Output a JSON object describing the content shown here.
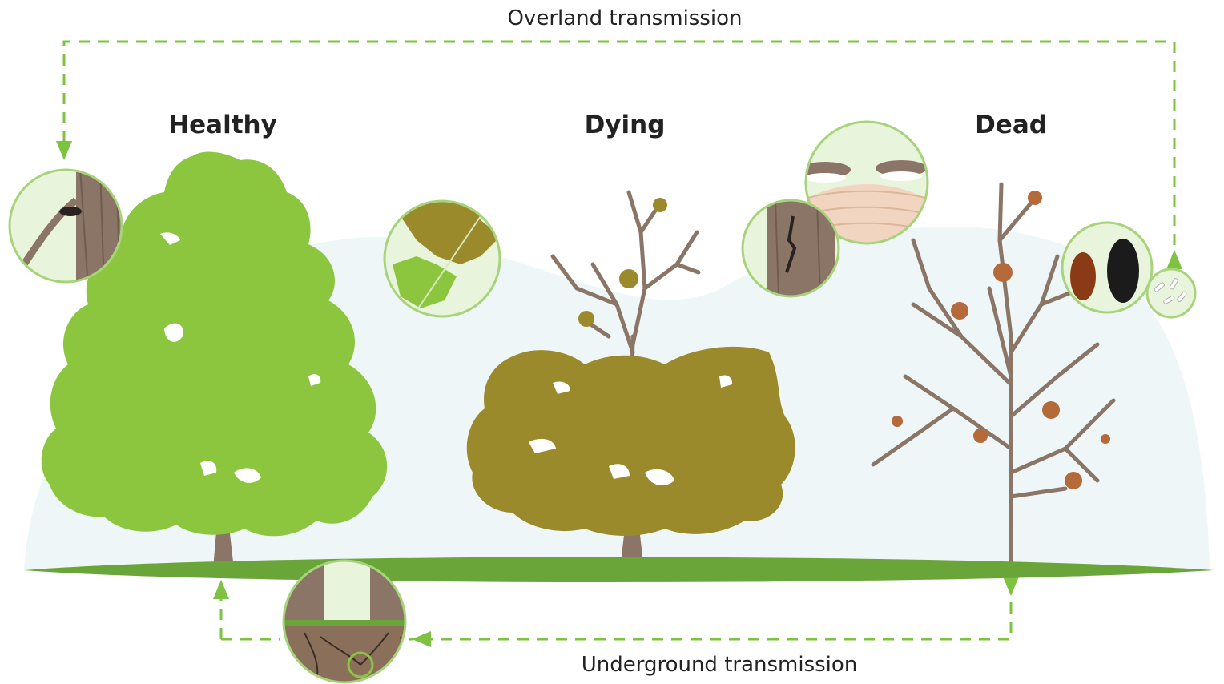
{
  "labels": {
    "overland": "Overland transmission",
    "underground": "Underground transmission"
  },
  "states": {
    "healthy": "Healthy",
    "dying": "Dying",
    "dead": "Dead"
  },
  "colors": {
    "healthy_foliage": "#8cc63f",
    "dying_foliage": "#9a8a2c",
    "dead_leaf": "#b56a3a",
    "bark": "#8a7566",
    "ground": "#6aa53a",
    "sky": "#eef6f8",
    "arrow": "#7ec242",
    "inset_fill": "#e9f4dc",
    "inset_stroke": "#a7d37a"
  }
}
